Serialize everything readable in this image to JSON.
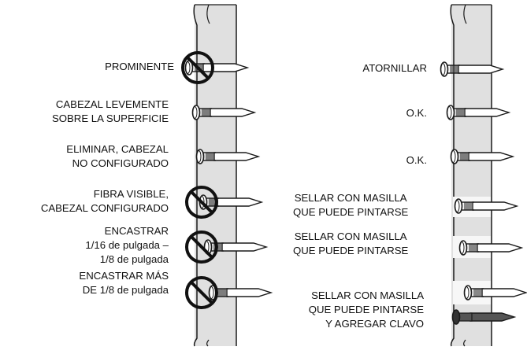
{
  "left_column": {
    "rows": [
      {
        "lines": [
          "PROMINENTE"
        ],
        "status": "prohibited"
      },
      {
        "lines": [
          "CABEZAL LEVEMENTE",
          "SOBRE LA SUPERFICIE"
        ],
        "status": "normal"
      },
      {
        "lines": [
          "ELIMINAR, CABEZAL",
          "NO CONFIGURADO"
        ],
        "status": "normal"
      },
      {
        "lines": [
          "FIBRA VISIBLE,",
          "CABEZAL CONFIGURADO"
        ],
        "status": "prohibited"
      },
      {
        "lines": [
          "ENCASTRAR",
          "1/16 de pulgada –",
          "1/8 de pulgada"
        ],
        "status": "prohibited"
      },
      {
        "lines": [
          "ENCASTRAR MÁS",
          "DE 1/8 de pulgada"
        ],
        "status": "prohibited"
      }
    ]
  },
  "right_column": {
    "rows": [
      {
        "lines": [
          "ATORNILLAR"
        ]
      },
      {
        "lines": [
          "O.K."
        ]
      },
      {
        "lines": [
          "O.K."
        ]
      },
      {
        "lines": [
          "SELLAR CON MASILLA",
          "QUE PUEDE PINTARSE"
        ]
      },
      {
        "lines": [
          "SELLAR CON MASILLA",
          "QUE PUEDE PINTARSE"
        ]
      },
      {
        "lines": [
          "SELLAR CON MASILLA",
          "QUE PUEDE PINTARSE",
          "Y AGREGAR CLAVO"
        ]
      }
    ]
  },
  "colors": {
    "board": "#e0e0e0",
    "outline": "#1a1a1a",
    "nail": "#ffffff",
    "added_nail": "#555555",
    "prohibited": "#111111"
  },
  "icons": [
    "nail-icon",
    "prohibited-icon",
    "screw-icon"
  ]
}
